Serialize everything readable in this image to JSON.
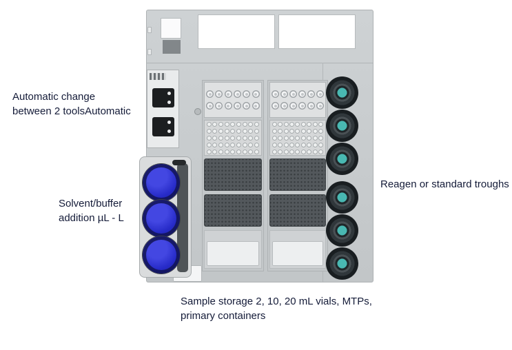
{
  "annotations": {
    "tool_change": {
      "line1": "Automatic change",
      "line2": "between 2 toolsAutomatic"
    },
    "solvent": {
      "line1": "Solvent/buffer",
      "line2": "addition µL - L"
    },
    "troughs": {
      "text": "Reagen or standard troughs"
    },
    "sample_storage": {
      "line1": "Sample storage 2, 10, 20 mL vials, MTPs,",
      "line2": "primary containers"
    }
  },
  "deck": {
    "trough_count": 6,
    "solvent_bottle_count": 3,
    "tool_mount_count": 2,
    "rack_columns": 2,
    "vial_rack": {
      "cols": 6,
      "rows": 2
    },
    "small_vial_rack": {
      "cols": 9,
      "rows": 5
    },
    "mtp_plates_per_column": 2
  },
  "colors": {
    "label_text": "#141b38",
    "deck_gray": "#c9cdcf",
    "solvent_blue": "#272bc8",
    "trough_teal": "#49b8b2"
  }
}
